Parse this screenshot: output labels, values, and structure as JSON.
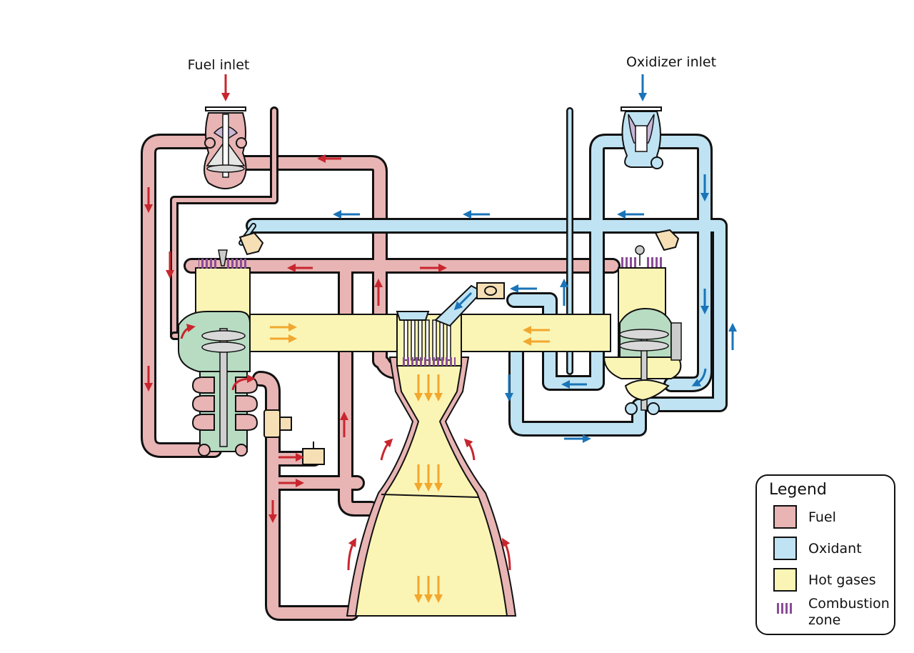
{
  "labels": {
    "fuel_inlet": "Fuel inlet",
    "oxidizer_inlet": "Oxidizer inlet"
  },
  "legend": {
    "title": "Legend",
    "items": [
      {
        "label": "Fuel",
        "color": "#e8b4b4"
      },
      {
        "label": "Oxidant",
        "color": "#bfe3f2"
      },
      {
        "label": "Hot gases",
        "color": "#fbf5b5"
      },
      {
        "label_line1": "Combustion",
        "label_line2": "zone",
        "color": "#8a4c97"
      }
    ]
  },
  "colors": {
    "fuel": "#e8b4b4",
    "oxidant": "#bfe3f2",
    "hot_gases": "#fbf5b5",
    "turbine": "#b7dcc2",
    "valve": "#f6dfb5",
    "fuel_arrow": "#c8262e",
    "oxidant_arrow": "#1a74b8",
    "gas_arrow": "#f2a72e",
    "combustion": "#8a4c97",
    "outline": "#111111"
  }
}
